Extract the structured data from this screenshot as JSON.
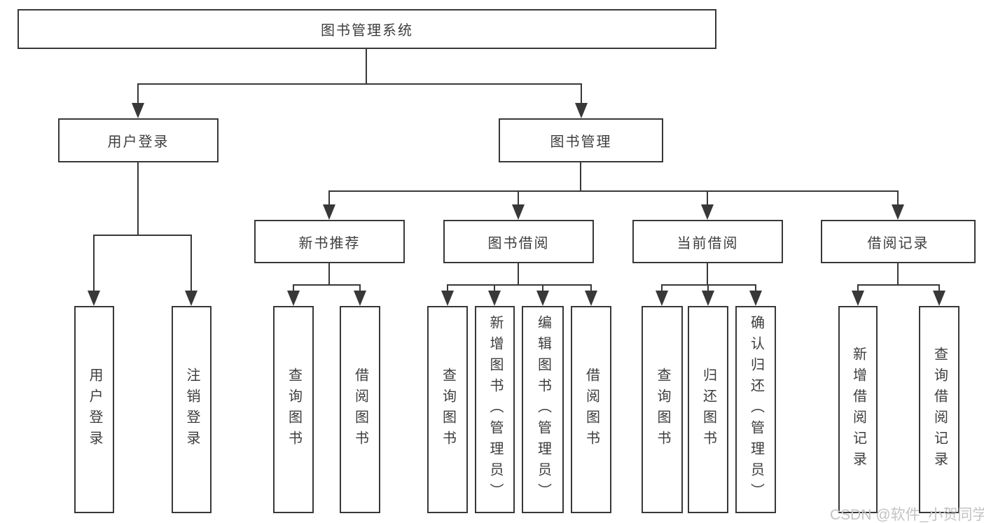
{
  "nodes": {
    "root": "图书管理系统",
    "user_login": "用户登录",
    "book_management": "图书管理",
    "new_book_recommend": "新书推荐",
    "book_borrowing": "图书借阅",
    "current_borrowing": "当前借阅",
    "borrow_records": "借阅记录",
    "login": "用户登录",
    "logout": "注销登录",
    "nb_query_books": "查询图书",
    "nb_borrow_books": "借阅图书",
    "bb_query_books": "查询图书",
    "bb_add_books_admin": "新增图书（管理员）",
    "bb_edit_books_admin": "编辑图书（管理员）",
    "bb_borrow_books": "借阅图书",
    "cb_query_books": "查询图书",
    "cb_return_books": "归还图书",
    "cb_confirm_return_admin": "确认归还（管理员）",
    "br_add_record": "新增借阅记录",
    "br_query_record": "查询借阅记录"
  },
  "hierarchy": [
    {
      "parent": "图书管理系统",
      "children": [
        "用户登录",
        "图书管理"
      ]
    },
    {
      "parent": "用户登录",
      "children": [
        "用户登录",
        "注销登录"
      ]
    },
    {
      "parent": "图书管理",
      "children": [
        "新书推荐",
        "图书借阅",
        "当前借阅",
        "借阅记录"
      ]
    },
    {
      "parent": "新书推荐",
      "children": [
        "查询图书",
        "借阅图书"
      ]
    },
    {
      "parent": "图书借阅",
      "children": [
        "查询图书",
        "新增图书（管理员）",
        "编辑图书（管理员）",
        "借阅图书"
      ]
    },
    {
      "parent": "当前借阅",
      "children": [
        "查询图书",
        "归还图书",
        "确认归还（管理员）"
      ]
    },
    {
      "parent": "借阅记录",
      "children": [
        "新增借阅记录",
        "查询借阅记录"
      ]
    }
  ],
  "watermark": "CSDN @软件_小贺同学",
  "colors": {
    "line": "#383838",
    "text": "#3d3d3d",
    "watermark": "#c3c3c3",
    "background": "#ffffff"
  }
}
